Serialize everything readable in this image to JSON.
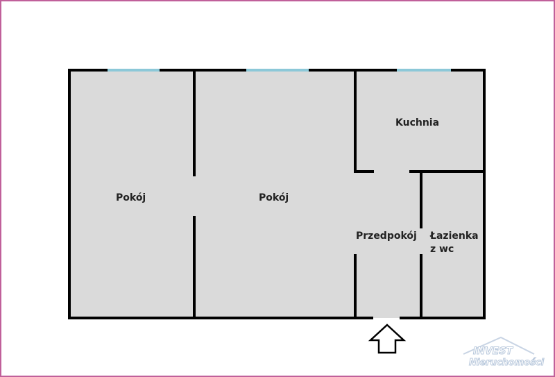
{
  "rooms": {
    "room1": "Pokój",
    "room2": "Pokój",
    "kitchen": "Kuchnia",
    "hall": "Przedpokój",
    "bathroom_line1": "Łazienka",
    "bathroom_line2": "z wc"
  },
  "logo": {
    "line1": "INVEST",
    "line2": "Nieruchomości"
  },
  "colors": {
    "floor": "#dadada",
    "wall": "#000000",
    "window": "#8cc8d8",
    "frame": "#c0609a"
  }
}
